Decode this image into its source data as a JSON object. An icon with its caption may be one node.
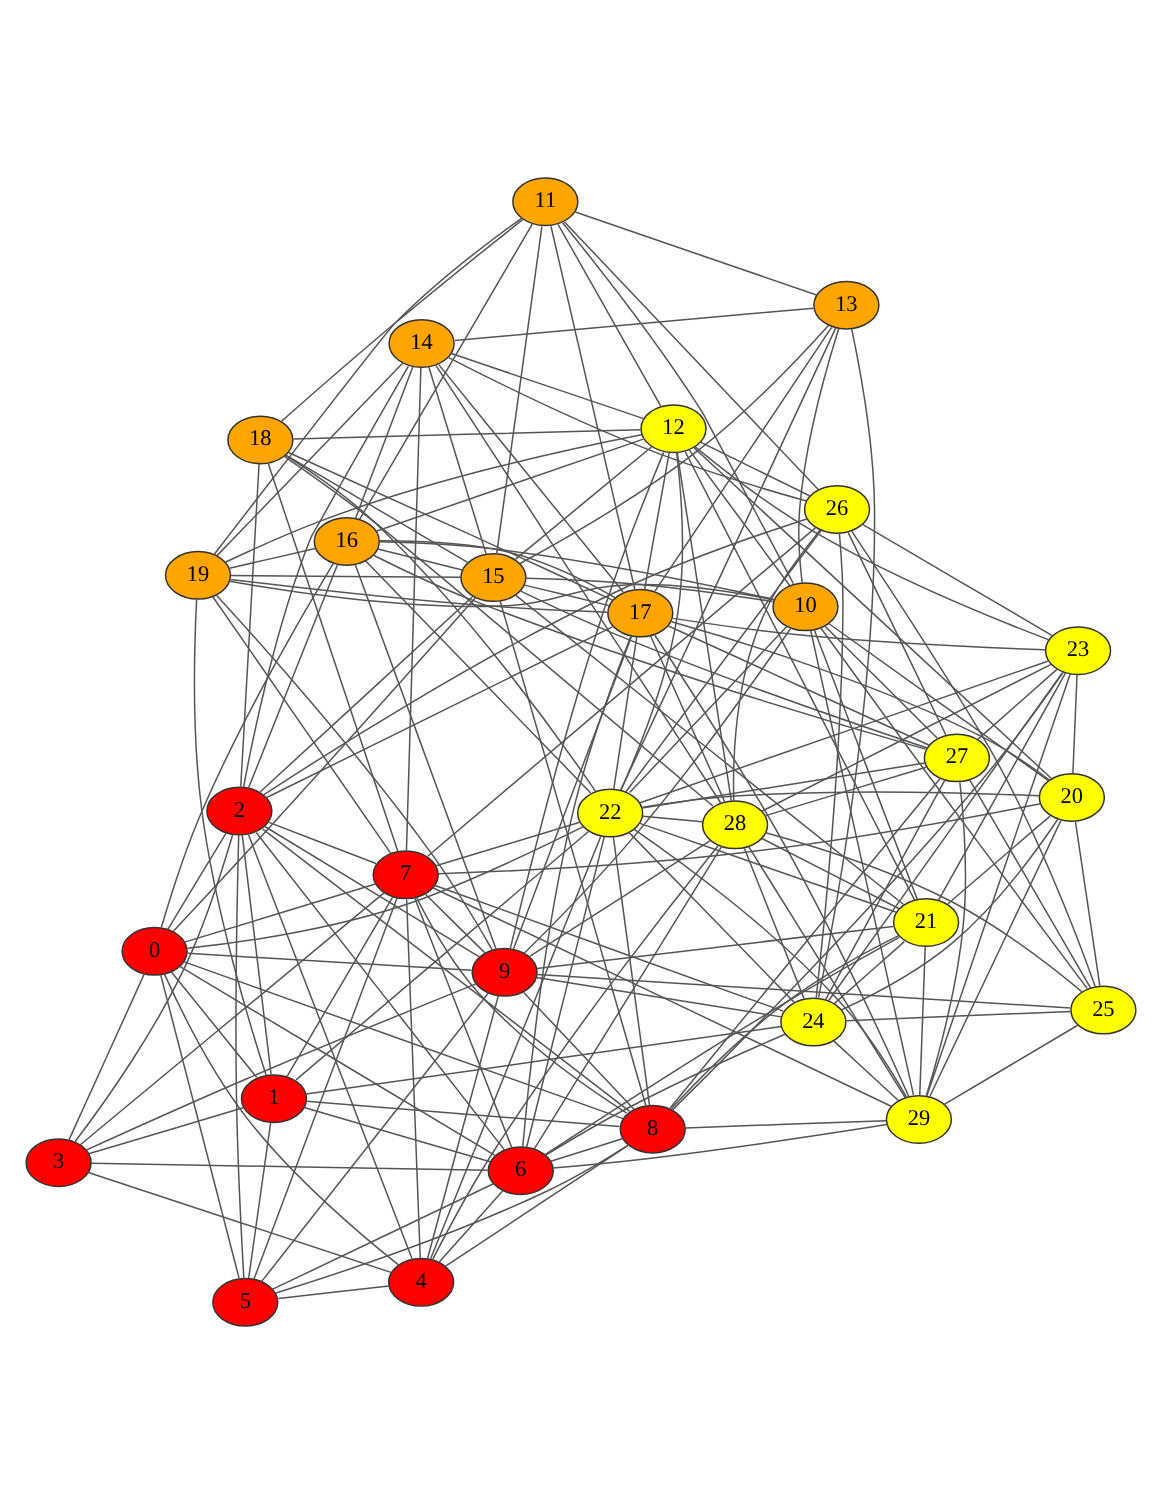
{
  "diagram": {
    "nodes": [
      {
        "text": [
          "0"
        ]
      },
      {
        "text": [
          "1"
        ]
      },
      {
        "text": [
          "2"
        ]
      },
      {
        "text": [
          "3"
        ]
      },
      {
        "text": [
          "4"
        ]
      },
      {
        "text": [
          "5"
        ]
      },
      {
        "text": [
          "6"
        ]
      },
      {
        "text": [
          "7"
        ]
      },
      {
        "text": [
          "8"
        ]
      },
      {
        "text": [
          "9"
        ]
      },
      {
        "text": [
          "10"
        ]
      },
      {
        "text": [
          "11"
        ]
      },
      {
        "text": [
          "12"
        ]
      },
      {
        "text": [
          "13"
        ]
      },
      {
        "text": [
          "14"
        ]
      },
      {
        "text": [
          "15"
        ]
      },
      {
        "text": [
          "16"
        ]
      },
      {
        "text": [
          "17"
        ]
      },
      {
        "text": [
          "18"
        ]
      },
      {
        "text": [
          "19"
        ]
      },
      {
        "text": [
          "20"
        ]
      },
      {
        "text": [
          "21"
        ]
      },
      {
        "text": [
          "22"
        ]
      },
      {
        "text": [
          "23"
        ]
      },
      {
        "text": [
          "24"
        ]
      },
      {
        "text": [
          "25"
        ]
      },
      {
        "text": [
          "26"
        ]
      },
      {
        "text": [
          "27"
        ]
      },
      {
        "text": [
          "28"
        ]
      },
      {
        "text": [
          "29"
        ]
      }
    ],
    "edges": [
      {
        "from": 0,
        "to": 1,
        "arrow": "none"
      },
      {
        "from": 0,
        "to": 2,
        "arrow": "none"
      },
      {
        "from": 0,
        "to": 3,
        "arrow": "none"
      },
      {
        "from": 0,
        "to": 4,
        "arrow": "none"
      },
      {
        "from": 0,
        "to": 5,
        "arrow": "none"
      },
      {
        "from": 0,
        "to": 6,
        "arrow": "none"
      },
      {
        "from": 0,
        "to": 7,
        "arrow": "none"
      },
      {
        "from": 0,
        "to": 8,
        "arrow": "none"
      },
      {
        "from": 0,
        "to": 9,
        "arrow": "none"
      },
      {
        "from": 0,
        "to": 15,
        "arrow": "none"
      },
      {
        "from": 0,
        "to": 16,
        "arrow": "none"
      },
      {
        "from": 0,
        "to": 22,
        "arrow": "none"
      },
      {
        "from": 1,
        "to": 2,
        "arrow": "none"
      },
      {
        "from": 1,
        "to": 3,
        "arrow": "none"
      },
      {
        "from": 1,
        "to": 5,
        "arrow": "none"
      },
      {
        "from": 1,
        "to": 6,
        "arrow": "none"
      },
      {
        "from": 1,
        "to": 7,
        "arrow": "none"
      },
      {
        "from": 1,
        "to": 8,
        "arrow": "none"
      },
      {
        "from": 1,
        "to": 19,
        "arrow": "none"
      },
      {
        "from": 1,
        "to": 22,
        "arrow": "none"
      },
      {
        "from": 1,
        "to": 24,
        "arrow": "none"
      },
      {
        "from": 2,
        "to": 3,
        "arrow": "none"
      },
      {
        "from": 2,
        "to": 4,
        "arrow": "none"
      },
      {
        "from": 2,
        "to": 5,
        "arrow": "none"
      },
      {
        "from": 2,
        "to": 6,
        "arrow": "none"
      },
      {
        "from": 2,
        "to": 7,
        "arrow": "none"
      },
      {
        "from": 2,
        "to": 8,
        "arrow": "none"
      },
      {
        "from": 2,
        "to": 9,
        "arrow": "none"
      },
      {
        "from": 2,
        "to": 14,
        "arrow": "none"
      },
      {
        "from": 2,
        "to": 15,
        "arrow": "none"
      },
      {
        "from": 2,
        "to": 16,
        "arrow": "none"
      },
      {
        "from": 2,
        "to": 17,
        "arrow": "none"
      },
      {
        "from": 2,
        "to": 18,
        "arrow": "none"
      },
      {
        "from": 2,
        "to": 26,
        "arrow": "none"
      },
      {
        "from": 3,
        "to": 4,
        "arrow": "none"
      },
      {
        "from": 3,
        "to": 6,
        "arrow": "none"
      },
      {
        "from": 3,
        "to": 7,
        "arrow": "none"
      },
      {
        "from": 3,
        "to": 9,
        "arrow": "none"
      },
      {
        "from": 4,
        "to": 5,
        "arrow": "none"
      },
      {
        "from": 4,
        "to": 6,
        "arrow": "none"
      },
      {
        "from": 4,
        "to": 7,
        "arrow": "none"
      },
      {
        "from": 4,
        "to": 8,
        "arrow": "none"
      },
      {
        "from": 4,
        "to": 9,
        "arrow": "none"
      },
      {
        "from": 4,
        "to": 22,
        "arrow": "none"
      },
      {
        "from": 4,
        "to": 28,
        "arrow": "none"
      },
      {
        "from": 5,
        "to": 6,
        "arrow": "none"
      },
      {
        "from": 5,
        "to": 7,
        "arrow": "none"
      },
      {
        "from": 5,
        "to": 8,
        "arrow": "none"
      },
      {
        "from": 5,
        "to": 9,
        "arrow": "none"
      },
      {
        "from": 6,
        "to": 7,
        "arrow": "none"
      },
      {
        "from": 6,
        "to": 8,
        "arrow": "none"
      },
      {
        "from": 6,
        "to": 17,
        "arrow": "none"
      },
      {
        "from": 6,
        "to": 21,
        "arrow": "none"
      },
      {
        "from": 6,
        "to": 22,
        "arrow": "none"
      },
      {
        "from": 6,
        "to": 24,
        "arrow": "none"
      },
      {
        "from": 6,
        "to": 28,
        "arrow": "none"
      },
      {
        "from": 6,
        "to": 29,
        "arrow": "none"
      },
      {
        "from": 7,
        "to": 8,
        "arrow": "none"
      },
      {
        "from": 7,
        "to": 9,
        "arrow": "none"
      },
      {
        "from": 7,
        "to": 14,
        "arrow": "none"
      },
      {
        "from": 7,
        "to": 18,
        "arrow": "none"
      },
      {
        "from": 7,
        "to": 19,
        "arrow": "none"
      },
      {
        "from": 7,
        "to": 20,
        "arrow": "none"
      },
      {
        "from": 7,
        "to": 22,
        "arrow": "none"
      },
      {
        "from": 7,
        "to": 24,
        "arrow": "none"
      },
      {
        "from": 7,
        "to": 26,
        "arrow": "none"
      },
      {
        "from": 7,
        "to": 29,
        "arrow": "none"
      },
      {
        "from": 8,
        "to": 9,
        "arrow": "none"
      },
      {
        "from": 8,
        "to": 15,
        "arrow": "none"
      },
      {
        "from": 8,
        "to": 21,
        "arrow": "none"
      },
      {
        "from": 8,
        "to": 22,
        "arrow": "none"
      },
      {
        "from": 8,
        "to": 23,
        "arrow": "none"
      },
      {
        "from": 8,
        "to": 27,
        "arrow": "none"
      },
      {
        "from": 8,
        "to": 29,
        "arrow": "none"
      },
      {
        "from": 9,
        "to": 10,
        "arrow": "none"
      },
      {
        "from": 9,
        "to": 12,
        "arrow": "none"
      },
      {
        "from": 9,
        "to": 16,
        "arrow": "none"
      },
      {
        "from": 9,
        "to": 17,
        "arrow": "none"
      },
      {
        "from": 9,
        "to": 19,
        "arrow": "none"
      },
      {
        "from": 9,
        "to": 21,
        "arrow": "none"
      },
      {
        "from": 9,
        "to": 24,
        "arrow": "none"
      },
      {
        "from": 9,
        "to": 25,
        "arrow": "none"
      },
      {
        "from": 9,
        "to": 28,
        "arrow": "none"
      },
      {
        "from": 10,
        "to": 11,
        "arrow": "none"
      },
      {
        "from": 10,
        "to": 12,
        "arrow": "none"
      },
      {
        "from": 10,
        "to": 13,
        "arrow": "none"
      },
      {
        "from": 10,
        "to": 15,
        "arrow": "none"
      },
      {
        "from": 10,
        "to": 16,
        "arrow": "none"
      },
      {
        "from": 10,
        "to": 19,
        "arrow": "none"
      },
      {
        "from": 10,
        "to": 20,
        "arrow": "none"
      },
      {
        "from": 10,
        "to": 21,
        "arrow": "none"
      },
      {
        "from": 10,
        "to": 22,
        "arrow": "none"
      },
      {
        "from": 10,
        "to": 25,
        "arrow": "none"
      },
      {
        "from": 10,
        "to": 27,
        "arrow": "none"
      },
      {
        "from": 10,
        "to": 29,
        "arrow": "none"
      },
      {
        "from": 11,
        "to": 12,
        "arrow": "none"
      },
      {
        "from": 11,
        "to": 13,
        "arrow": "none"
      },
      {
        "from": 11,
        "to": 15,
        "arrow": "none"
      },
      {
        "from": 11,
        "to": 16,
        "arrow": "none"
      },
      {
        "from": 11,
        "to": 17,
        "arrow": "none"
      },
      {
        "from": 11,
        "to": 18,
        "arrow": "none"
      },
      {
        "from": 11,
        "to": 19,
        "arrow": "none"
      },
      {
        "from": 11,
        "to": 26,
        "arrow": "none"
      },
      {
        "from": 12,
        "to": 14,
        "arrow": "none"
      },
      {
        "from": 12,
        "to": 15,
        "arrow": "none"
      },
      {
        "from": 12,
        "to": 16,
        "arrow": "none"
      },
      {
        "from": 12,
        "to": 17,
        "arrow": "none"
      },
      {
        "from": 12,
        "to": 18,
        "arrow": "none"
      },
      {
        "from": 12,
        "to": 19,
        "arrow": "none"
      },
      {
        "from": 12,
        "to": 20,
        "arrow": "none"
      },
      {
        "from": 12,
        "to": 21,
        "arrow": "none"
      },
      {
        "from": 12,
        "to": 22,
        "arrow": "none"
      },
      {
        "from": 12,
        "to": 23,
        "arrow": "none"
      },
      {
        "from": 12,
        "to": 26,
        "arrow": "none"
      },
      {
        "from": 12,
        "to": 28,
        "arrow": "none"
      },
      {
        "from": 13,
        "to": 14,
        "arrow": "none"
      },
      {
        "from": 13,
        "to": 15,
        "arrow": "none"
      },
      {
        "from": 13,
        "to": 17,
        "arrow": "none"
      },
      {
        "from": 13,
        "to": 22,
        "arrow": "none"
      },
      {
        "from": 13,
        "to": 24,
        "arrow": "none"
      },
      {
        "from": 14,
        "to": 15,
        "arrow": "none"
      },
      {
        "from": 14,
        "to": 16,
        "arrow": "none"
      },
      {
        "from": 14,
        "to": 17,
        "arrow": "none"
      },
      {
        "from": 14,
        "to": 19,
        "arrow": "none"
      },
      {
        "from": 14,
        "to": 26,
        "arrow": "none"
      },
      {
        "from": 14,
        "to": 28,
        "arrow": "none"
      },
      {
        "from": 15,
        "to": 16,
        "arrow": "none"
      },
      {
        "from": 15,
        "to": 17,
        "arrow": "none"
      },
      {
        "from": 15,
        "to": 18,
        "arrow": "none"
      },
      {
        "from": 15,
        "to": 19,
        "arrow": "none"
      },
      {
        "from": 15,
        "to": 21,
        "arrow": "none"
      },
      {
        "from": 15,
        "to": 27,
        "arrow": "none"
      },
      {
        "from": 16,
        "to": 17,
        "arrow": "none"
      },
      {
        "from": 16,
        "to": 19,
        "arrow": "none"
      },
      {
        "from": 16,
        "to": 22,
        "arrow": "none"
      },
      {
        "from": 16,
        "to": 27,
        "arrow": "none"
      },
      {
        "from": 17,
        "to": 18,
        "arrow": "none"
      },
      {
        "from": 17,
        "to": 19,
        "arrow": "none"
      },
      {
        "from": 17,
        "to": 20,
        "arrow": "none"
      },
      {
        "from": 17,
        "to": 22,
        "arrow": "none"
      },
      {
        "from": 17,
        "to": 23,
        "arrow": "none"
      },
      {
        "from": 17,
        "to": 27,
        "arrow": "none"
      },
      {
        "from": 17,
        "to": 28,
        "arrow": "none"
      },
      {
        "from": 17,
        "to": 29,
        "arrow": "none"
      },
      {
        "from": 18,
        "to": 22,
        "arrow": "none"
      },
      {
        "from": 18,
        "to": 28,
        "arrow": "none"
      },
      {
        "from": 20,
        "to": 21,
        "arrow": "none"
      },
      {
        "from": 20,
        "to": 22,
        "arrow": "none"
      },
      {
        "from": 20,
        "to": 23,
        "arrow": "none"
      },
      {
        "from": 20,
        "to": 24,
        "arrow": "none"
      },
      {
        "from": 20,
        "to": 25,
        "arrow": "none"
      },
      {
        "from": 20,
        "to": 29,
        "arrow": "none"
      },
      {
        "from": 21,
        "to": 22,
        "arrow": "none"
      },
      {
        "from": 21,
        "to": 23,
        "arrow": "none"
      },
      {
        "from": 21,
        "to": 24,
        "arrow": "none"
      },
      {
        "from": 21,
        "to": 28,
        "arrow": "none"
      },
      {
        "from": 21,
        "to": 29,
        "arrow": "none"
      },
      {
        "from": 22,
        "to": 23,
        "arrow": "none"
      },
      {
        "from": 22,
        "to": 24,
        "arrow": "none"
      },
      {
        "from": 22,
        "to": 26,
        "arrow": "none"
      },
      {
        "from": 22,
        "to": 27,
        "arrow": "none"
      },
      {
        "from": 22,
        "to": 28,
        "arrow": "none"
      },
      {
        "from": 22,
        "to": 29,
        "arrow": "none"
      },
      {
        "from": 23,
        "to": 24,
        "arrow": "none"
      },
      {
        "from": 23,
        "to": 26,
        "arrow": "none"
      },
      {
        "from": 23,
        "to": 27,
        "arrow": "none"
      },
      {
        "from": 23,
        "to": 28,
        "arrow": "none"
      },
      {
        "from": 23,
        "to": 29,
        "arrow": "none"
      },
      {
        "from": 24,
        "to": 25,
        "arrow": "none"
      },
      {
        "from": 24,
        "to": 26,
        "arrow": "none"
      },
      {
        "from": 24,
        "to": 27,
        "arrow": "none"
      },
      {
        "from": 24,
        "to": 28,
        "arrow": "none"
      },
      {
        "from": 24,
        "to": 29,
        "arrow": "none"
      },
      {
        "from": 25,
        "to": 26,
        "arrow": "none"
      },
      {
        "from": 25,
        "to": 27,
        "arrow": "none"
      },
      {
        "from": 25,
        "to": 28,
        "arrow": "none"
      },
      {
        "from": 25,
        "to": 29,
        "arrow": "none"
      },
      {
        "from": 26,
        "to": 27,
        "arrow": "none"
      },
      {
        "from": 26,
        "to": 28,
        "arrow": "none"
      },
      {
        "from": 27,
        "to": 28,
        "arrow": "none"
      },
      {
        "from": 27,
        "to": 29,
        "arrow": "none"
      },
      {
        "from": 28,
        "to": 29,
        "arrow": "none"
      }
    ]
  }
}
